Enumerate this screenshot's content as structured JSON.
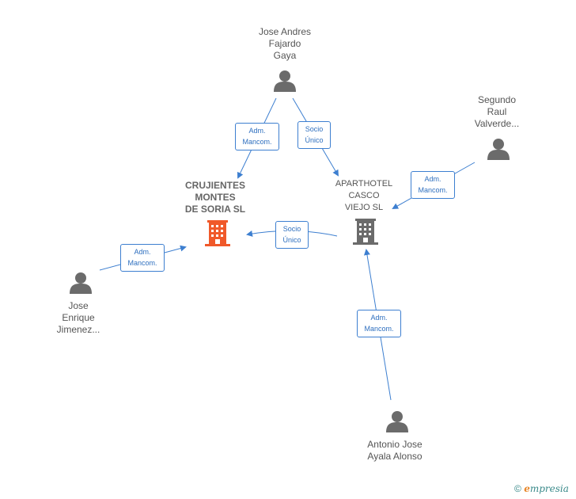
{
  "nodes": {
    "jose_andres": {
      "lines": [
        "Jose Andres",
        "Fajardo",
        "Gaya"
      ]
    },
    "segundo": {
      "lines": [
        "Segundo",
        "Raul",
        "Valverde..."
      ]
    },
    "jose_enrique": {
      "lines": [
        "Jose",
        "Enrique",
        "Jimenez..."
      ]
    },
    "antonio": {
      "lines": [
        "Antonio Jose",
        "Ayala Alonso"
      ]
    },
    "crujientes": {
      "lines": [
        "CRUJIENTES",
        "MONTES",
        "DE SORIA  SL"
      ]
    },
    "aparthotel": {
      "lines": [
        "APARTHOTEL",
        "CASCO",
        "VIEJO  SL"
      ]
    }
  },
  "edges": {
    "andres_crujientes": [
      "Adm.",
      "Mancom."
    ],
    "andres_aparthotel": [
      "Socio",
      "Único"
    ],
    "segundo_aparthotel": [
      "Adm.",
      "Mancom."
    ],
    "aparthotel_crujientes": [
      "Socio",
      "Único"
    ],
    "enrique_crujientes": [
      "Adm.",
      "Mancom."
    ],
    "antonio_aparthotel": [
      "Adm.",
      "Mancom."
    ]
  },
  "colors": {
    "edge": "#3d7fd0",
    "person": "#6b6b6b",
    "company_main": "#f0592a",
    "company_other": "#6b6b6b"
  },
  "footer": {
    "copyright": "©",
    "brand_initial": "e",
    "brand_rest": "mpresia"
  }
}
